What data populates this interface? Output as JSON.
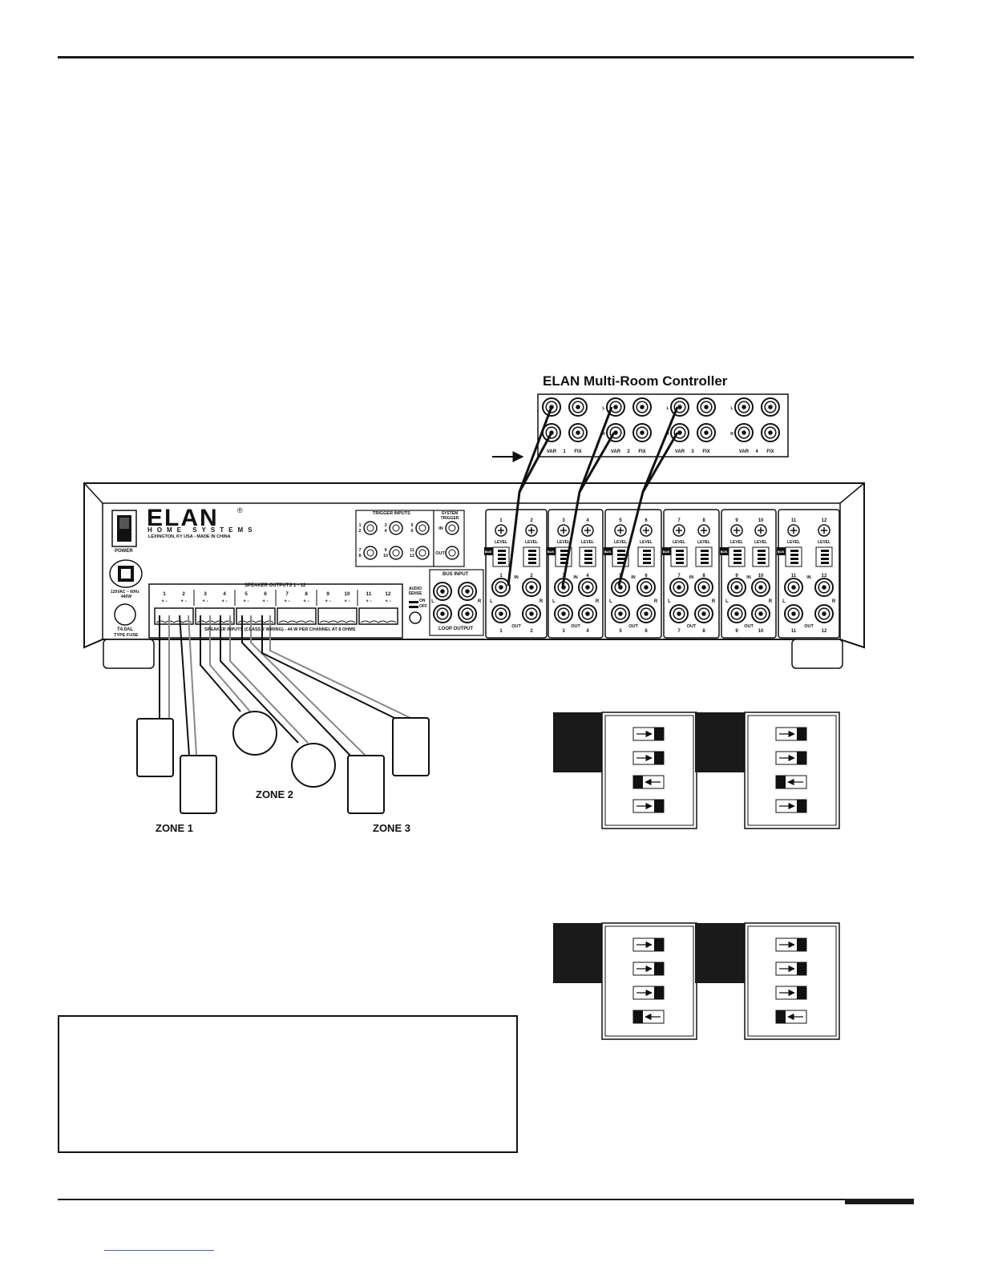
{
  "controller": {
    "title": "ELAN Multi-Room Controller",
    "side_labels": [
      "L",
      "R"
    ],
    "groups": [
      {
        "label": "VAR",
        "num": "1",
        "fix": "FIX"
      },
      {
        "label": "VAR",
        "num": "2",
        "fix": "FIX"
      },
      {
        "label": "VAR",
        "num": "3",
        "fix": "FIX"
      },
      {
        "label": "VAR",
        "num": "4",
        "fix": "FIX"
      }
    ]
  },
  "amp": {
    "logo": "ELAN",
    "logo_mark": "®",
    "logo_sub": "HOME SYSTEMS",
    "logo_loc": "LEXINGTON, KY USA - MADE IN CHINA",
    "power": "POWER",
    "voltage": "120VAC ~ 60Hz",
    "wattage": "440W",
    "fuse": "T4.0AL",
    "fuse2": "TYPE FUSE",
    "speaker_outputs_title": "SPEAKER OUTPUTS 1 - 12",
    "speaker_inputs_caption": "SPEAKER INPUTS (CLASS 2 WIRING) - 44 W PER CHANNEL AT 8 OHMS",
    "speaker_channels": [
      "1",
      "2",
      "3",
      "4",
      "5",
      "6",
      "7",
      "8",
      "9",
      "10",
      "11",
      "12"
    ],
    "terminal_polarity": "+ -",
    "trigger_inputs": "TRIGGER INPUTS",
    "trigger_pairs": [
      "1\n2",
      "3\n4",
      "5\n6",
      "7\n8",
      "9\n10",
      "11\n12"
    ],
    "system_trigger": "SYSTEM TRIGGER",
    "trigger_in": "IN",
    "trigger_out": "OUT",
    "bus_input": "BUS INPUT",
    "loop_output": "LOOP OUTPUT",
    "audio_sense": "AUDIO SENSE",
    "sense_on": "ON",
    "sense_off": "OFF",
    "level": "LEVEL",
    "bus": "BUS",
    "in": "IN",
    "out": "OUT",
    "left": "L",
    "right": "R",
    "modules": [
      {
        "a": "1",
        "b": "2"
      },
      {
        "a": "3",
        "b": "4"
      },
      {
        "a": "5",
        "b": "6"
      },
      {
        "a": "7",
        "b": "8"
      },
      {
        "a": "9",
        "b": "10"
      },
      {
        "a": "11",
        "b": "12"
      }
    ]
  },
  "zones": {
    "zone1": "ZONE 1",
    "zone2": "ZONE 2",
    "zone3": "ZONE 3"
  },
  "dip_switches": {
    "top_left": [
      "right",
      "right",
      "left",
      "right"
    ],
    "top_right": [
      "right",
      "right",
      "left",
      "right"
    ],
    "bottom_left": [
      "right",
      "right",
      "right",
      "left"
    ],
    "bottom_right": [
      "right",
      "right",
      "right",
      "left"
    ]
  }
}
